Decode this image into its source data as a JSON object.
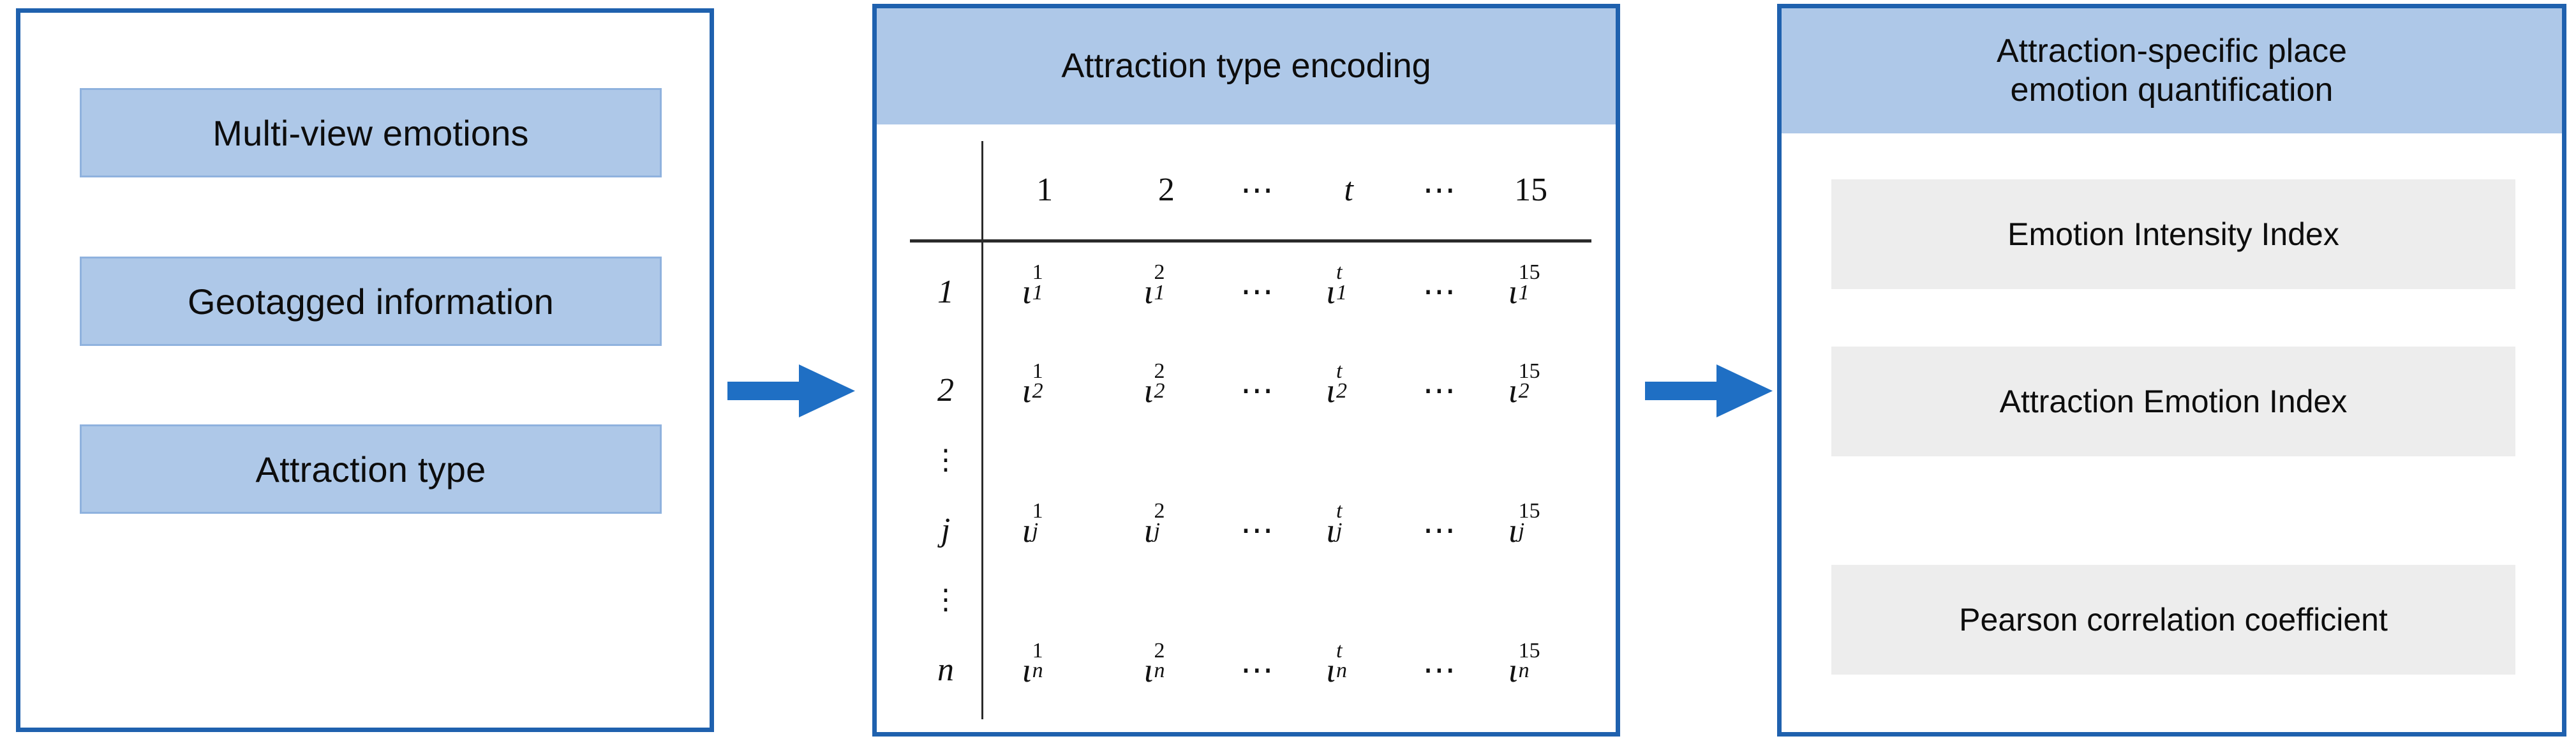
{
  "colors": {
    "panel_border": "#1F61AE",
    "box_blue": "#AEC8E8",
    "box_blue_border": "#8FB2DE",
    "box_gray": "#EDEDED",
    "arrow_blue": "#1F6FC4",
    "text": "#0d0d0d"
  },
  "left_panel": {
    "boxes": [
      {
        "label": "Multi-view  emotions"
      },
      {
        "label": "Geotagged information"
      },
      {
        "label": "Attraction type"
      }
    ]
  },
  "arrows": [
    {
      "name": "arrow-left-to-middle",
      "direction": "right"
    },
    {
      "name": "arrow-middle-to-right",
      "direction": "right"
    }
  ],
  "middle_panel": {
    "header": "Attraction type encoding",
    "matrix": {
      "corner": "",
      "column_headers": [
        "1",
        "2",
        "⋯",
        "t",
        "⋯",
        "15"
      ],
      "row_labels": [
        "1",
        "2",
        "⋮",
        "j",
        "⋮",
        "n"
      ],
      "symbol": "ι",
      "rows": [
        {
          "label": "1",
          "cells": [
            {
              "base": "ι",
              "sup": "1",
              "sub": "1"
            },
            {
              "base": "ι",
              "sup": "2",
              "sub": "1"
            },
            {
              "ellipsis": "⋯"
            },
            {
              "base": "ι",
              "sup": "t",
              "sub": "1"
            },
            {
              "ellipsis": "⋯"
            },
            {
              "base": "ι",
              "sup": "15",
              "sub": "1"
            }
          ]
        },
        {
          "label": "2",
          "cells": [
            {
              "base": "ι",
              "sup": "1",
              "sub": "2"
            },
            {
              "base": "ι",
              "sup": "2",
              "sub": "2"
            },
            {
              "ellipsis": "⋯"
            },
            {
              "base": "ι",
              "sup": "t",
              "sub": "2"
            },
            {
              "ellipsis": "⋯"
            },
            {
              "base": "ι",
              "sup": "15",
              "sub": "2"
            }
          ]
        },
        {
          "label": "⋮",
          "cells": []
        },
        {
          "label": "j",
          "cells": [
            {
              "base": "ι",
              "sup": "1",
              "sub": "j"
            },
            {
              "base": "ι",
              "sup": "2",
              "sub": "j"
            },
            {
              "ellipsis": "⋯"
            },
            {
              "base": "ι",
              "sup": "t",
              "sub": "j"
            },
            {
              "ellipsis": "⋯"
            },
            {
              "base": "ι",
              "sup": "15",
              "sub": "j"
            }
          ]
        },
        {
          "label": "⋮",
          "cells": []
        },
        {
          "label": "n",
          "cells": [
            {
              "base": "ι",
              "sup": "1",
              "sub": "n"
            },
            {
              "base": "ι",
              "sup": "2",
              "sub": "n"
            },
            {
              "ellipsis": "⋯"
            },
            {
              "base": "ι",
              "sup": "t",
              "sub": "n"
            },
            {
              "ellipsis": "⋯"
            },
            {
              "base": "ι",
              "sup": "15",
              "sub": "n"
            }
          ]
        }
      ]
    }
  },
  "right_panel": {
    "header_line1": "Attraction-specific place",
    "header_line2": "emotion quantification",
    "boxes": [
      {
        "label": "Emotion Intensity Index"
      },
      {
        "label": "Attraction Emotion Index"
      },
      {
        "label": "Pearson correlation coefficient"
      }
    ]
  }
}
